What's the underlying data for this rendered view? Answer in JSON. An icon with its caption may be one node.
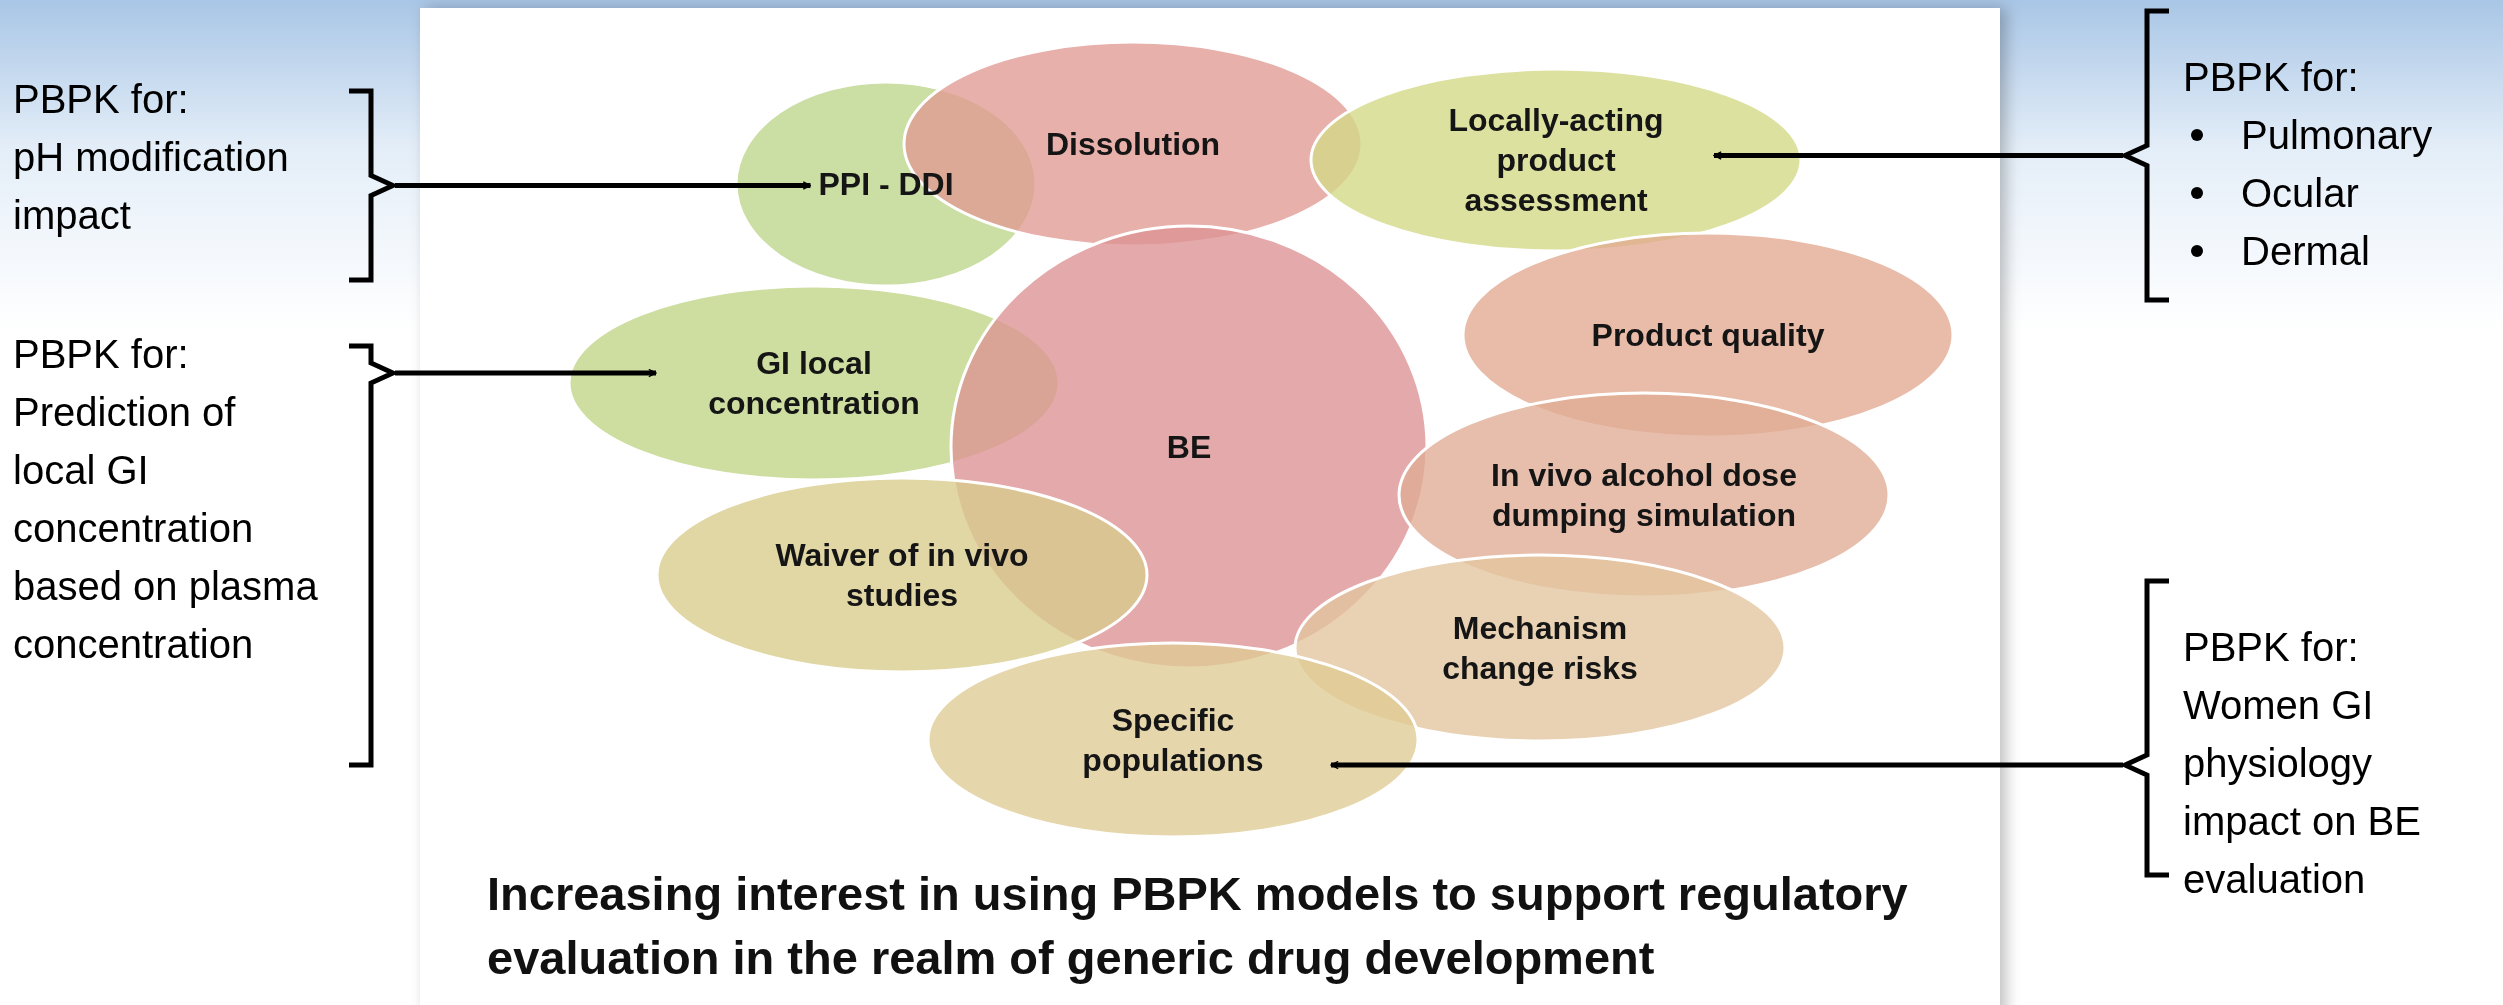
{
  "diagram": {
    "caption": "Increasing interest in using PBPK models to support regulatory evaluation in the realm of generic drug development",
    "nodes": [
      {
        "text": [
          "PBPK for:",
          "pH modification impact"
        ]
      },
      {
        "text": [
          "PPI - DDI"
        ]
      },
      {
        "text": [
          "Dissolution"
        ]
      },
      {
        "text": [
          "Locally-acting product assessment"
        ]
      },
      {
        "text": [
          "PBPK for:",
          "Pulmonary",
          "Ocular",
          "Dermal"
        ]
      },
      {
        "text": [
          "PBPK for:",
          "Prediction of local GI concentration based on plasma concentration"
        ]
      },
      {
        "text": [
          "GI local concentration"
        ]
      },
      {
        "text": [
          "Product quality"
        ]
      },
      {
        "text": [
          "BE"
        ]
      },
      {
        "text": [
          "In vivo alcohol dose dumping simulation"
        ]
      },
      {
        "text": [
          "Waiver of in vivo studies"
        ]
      },
      {
        "text": [
          "Mechanism change risks"
        ]
      },
      {
        "text": [
          "Specific populations"
        ]
      },
      {
        "text": [
          "PBPK for:",
          "Women GI physiology impact on BE evaluation"
        ]
      }
    ],
    "edges": [
      {
        "from": 0,
        "to": 1,
        "arrow": "to"
      },
      {
        "from": 4,
        "to": 3,
        "arrow": "to"
      },
      {
        "from": 5,
        "to": 6,
        "arrow": "to"
      },
      {
        "from": 13,
        "to": 12,
        "arrow": "to"
      }
    ]
  }
}
